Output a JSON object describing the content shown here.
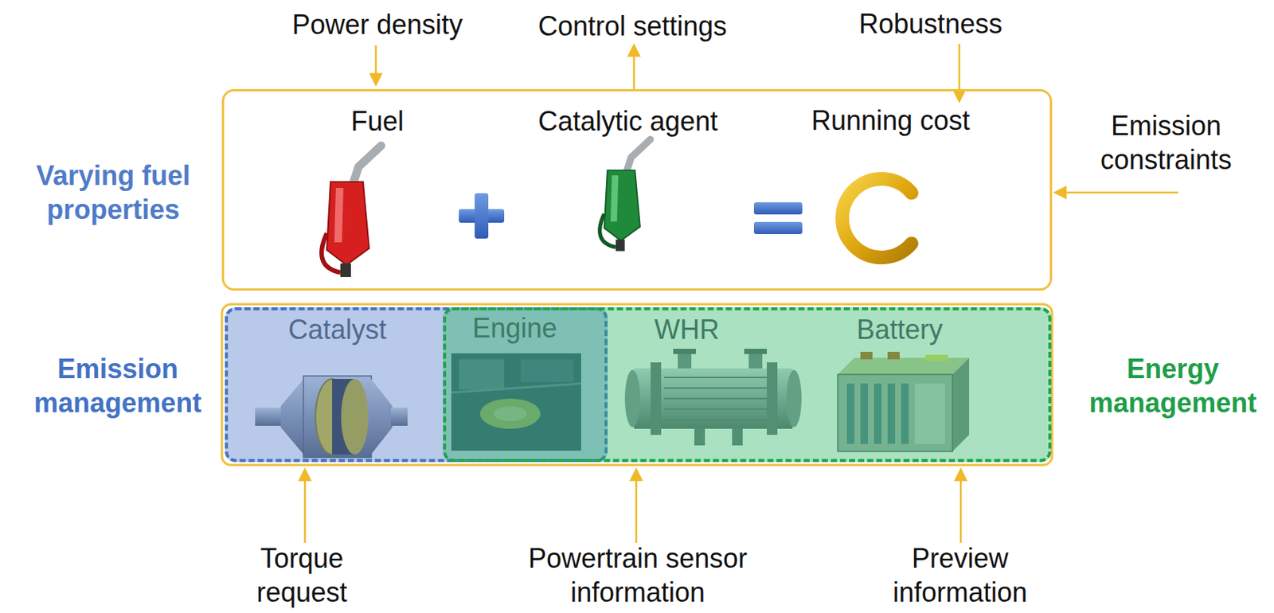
{
  "diagram": {
    "nodes": [
      {
        "text": [
          "Fuel",
          "Catalytic agent",
          "Running cost"
        ]
      },
      {
        "text": [
          "Emission management"
        ]
      },
      {
        "text": [
          "Energy management"
        ]
      }
    ],
    "labels": [
      "Power density",
      "Control settings",
      "Robustness",
      "Emission constraints",
      "Varying fuel properties",
      "Catalyst",
      "Engine",
      "WHR",
      "Battery",
      "Torque request",
      "Powertrain sensor information",
      "Preview information"
    ]
  }
}
